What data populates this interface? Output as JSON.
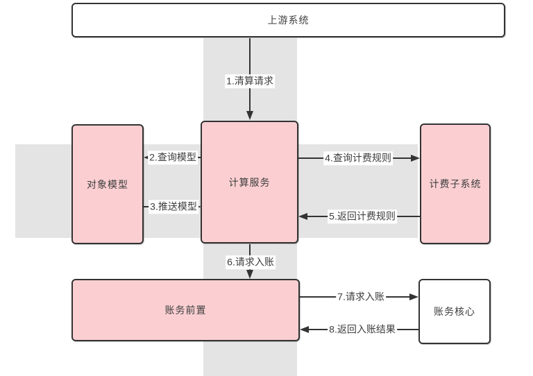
{
  "diagram": {
    "nodes": [
      {
        "label": "上游系统",
        "fill": "#ffffff"
      },
      {
        "label": "对象模型",
        "fill": "#fbcfd2"
      },
      {
        "label": "计算服务",
        "fill": "#fbcfd2"
      },
      {
        "label": "计费子系统",
        "fill": "#fbcfd2"
      },
      {
        "label": "账务前置",
        "fill": "#fbcfd2"
      },
      {
        "label": "账务核心",
        "fill": "#ffffff"
      }
    ],
    "edges": [
      {
        "label": "1.清算请求",
        "direction": "down"
      },
      {
        "label": "2.查询模型",
        "direction": "left"
      },
      {
        "label": "3.推送模型",
        "direction": "right"
      },
      {
        "label": "4.查询计费规则",
        "direction": "right"
      },
      {
        "label": "5.返回计费规则",
        "direction": "left"
      },
      {
        "label": "6.请求入账",
        "direction": "down"
      },
      {
        "label": "7.请求入账",
        "direction": "right"
      },
      {
        "label": "8.返回入账结果",
        "direction": "left"
      }
    ],
    "colors": {
      "node_fill_pink": "#fbcfd2",
      "node_fill_white": "#ffffff",
      "border": "#333333",
      "band": "#e4e4e4",
      "text": "#3d3d3d",
      "background": "#ffffff"
    }
  }
}
